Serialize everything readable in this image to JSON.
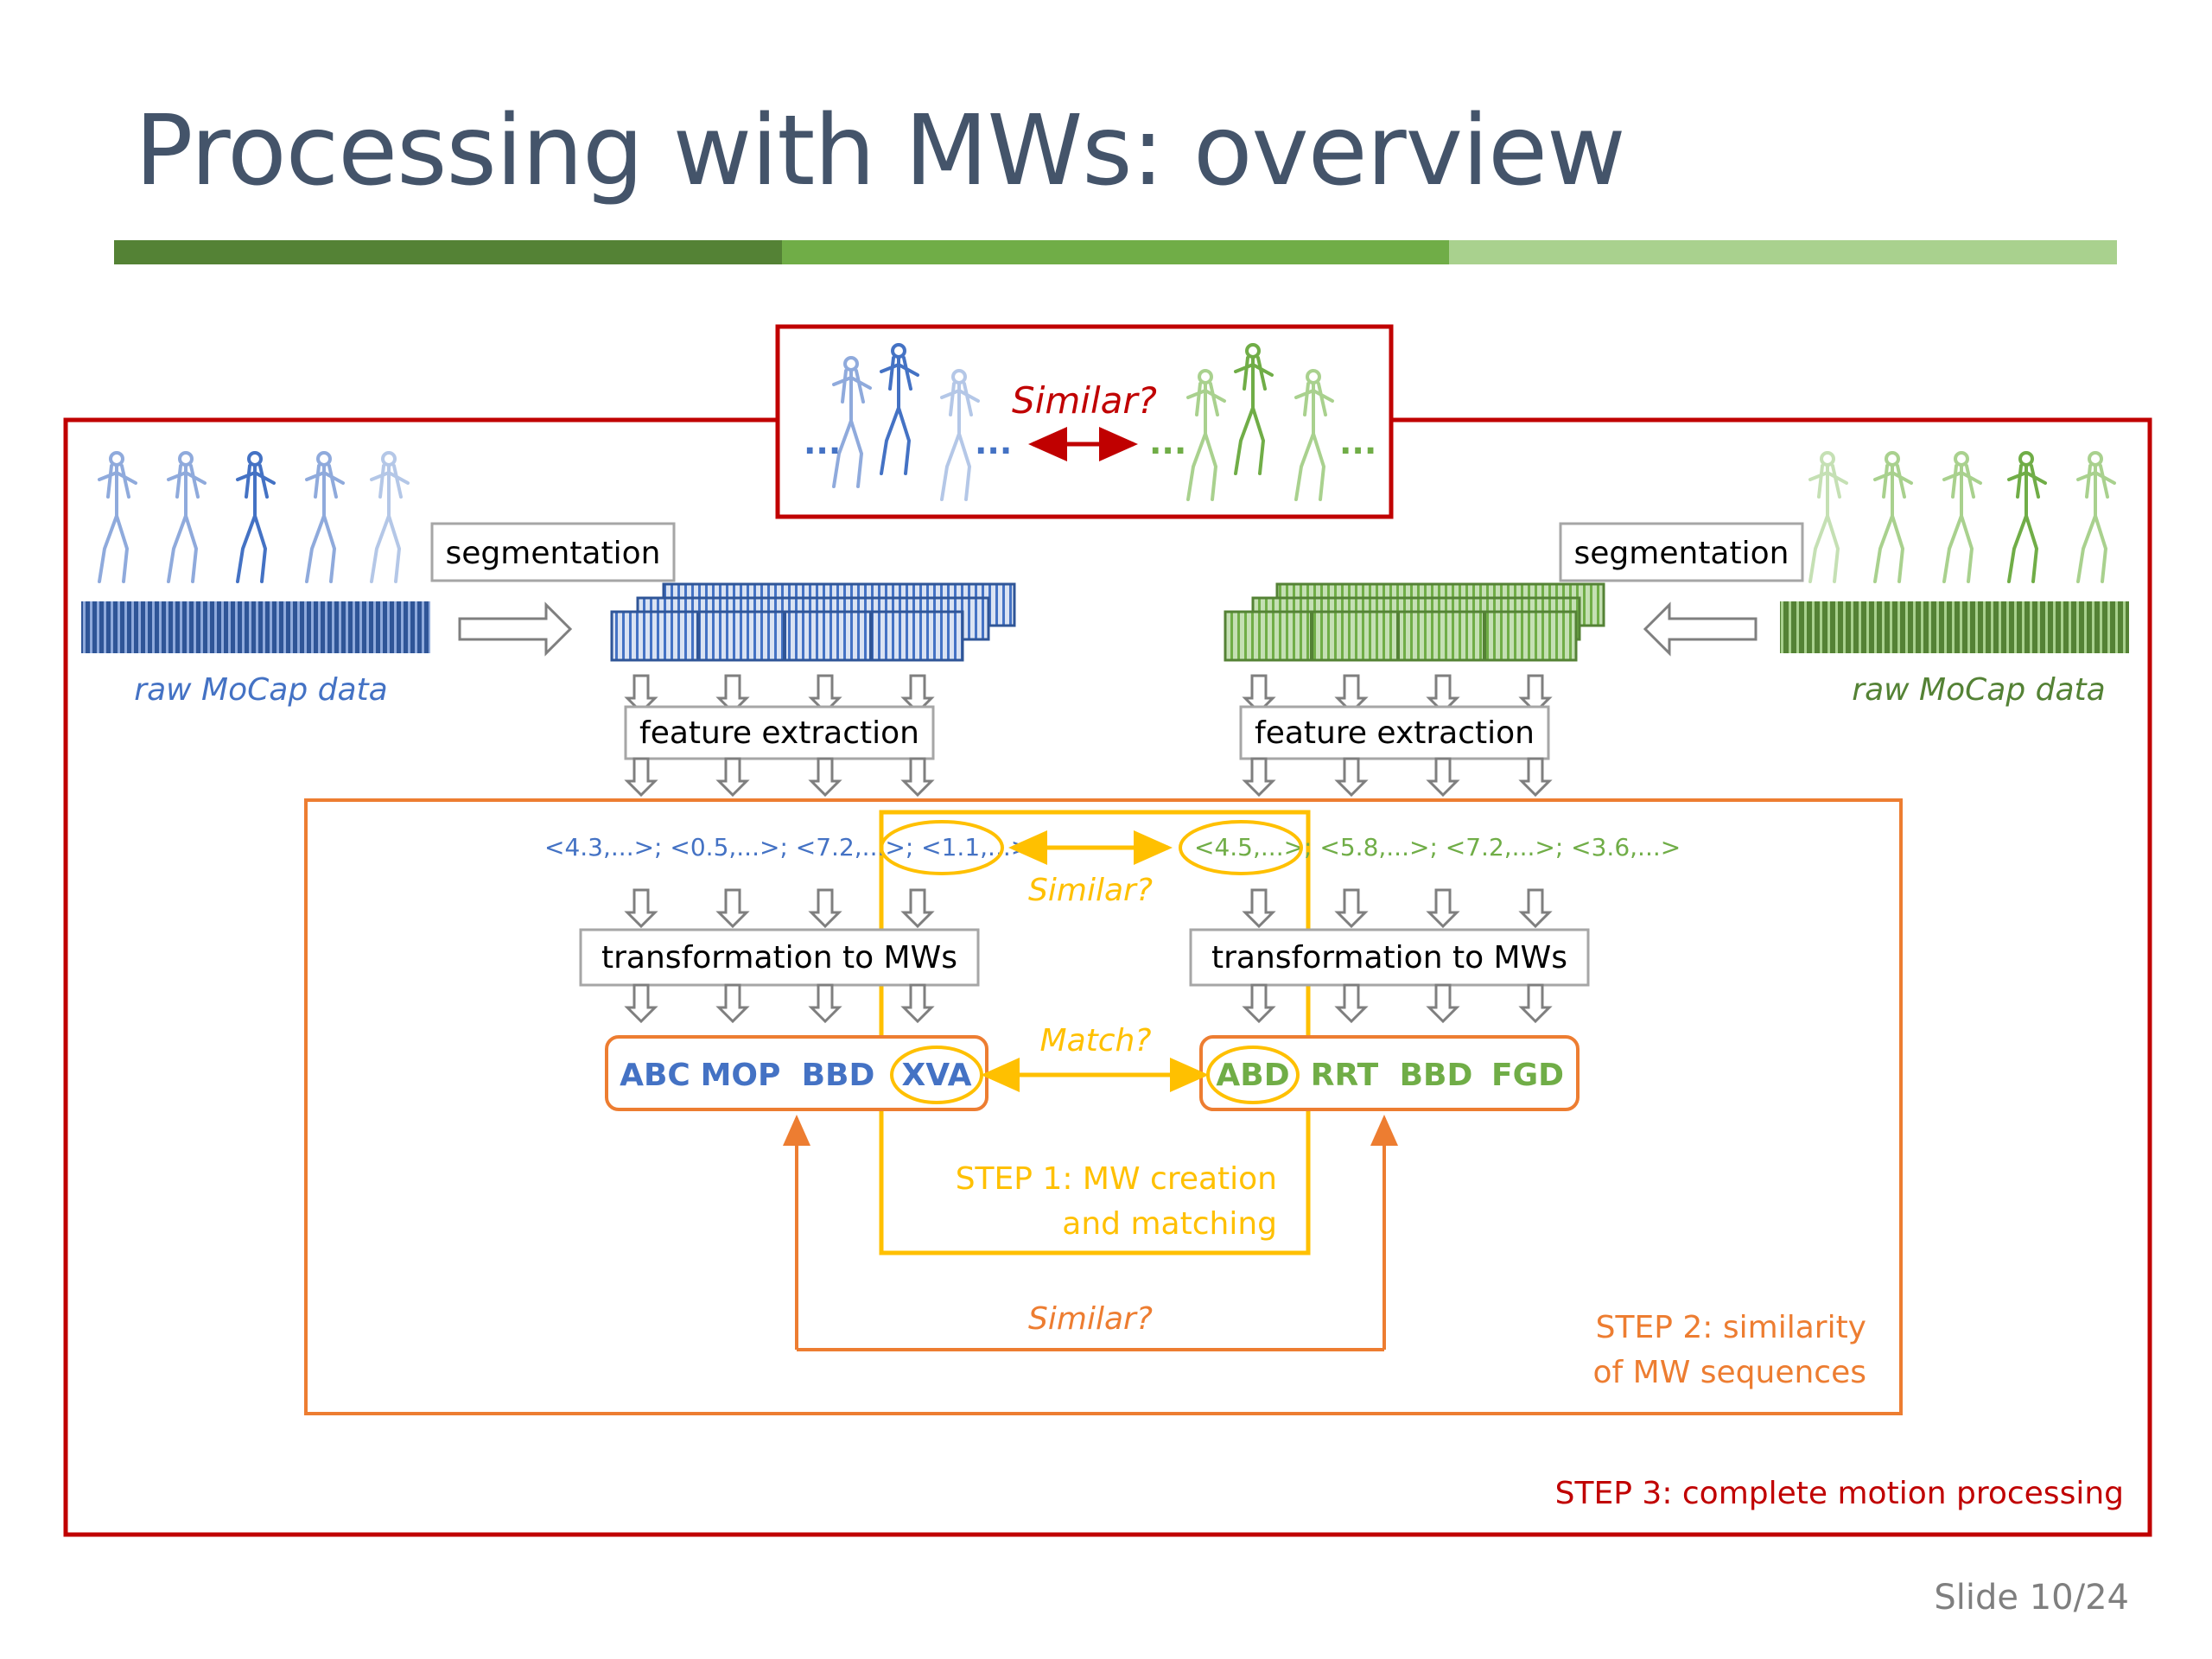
{
  "slide": {
    "title": "Processing with MWs: overview",
    "number": "Slide 10/24",
    "title_bar_colors": [
      "#548235",
      "#70ad47",
      "#a9d18e"
    ]
  },
  "colors": {
    "blue": "#4472c4",
    "green": "#70ad47",
    "red": "#c00000",
    "orange": "#ed7d31",
    "yellow": "#ffc000",
    "gray": "#a6a6a6"
  },
  "top_compare": {
    "label": "Similar?",
    "left_dots": "...",
    "mid_left_dots": "...",
    "mid_right_dots": "...",
    "right_dots": "..."
  },
  "left": {
    "raw_label": "raw MoCap data",
    "segmentation": "segmentation",
    "feature_extraction": "feature extraction",
    "features": "<4.3,...>; <0.5,...>; <7.2,...>; <1.1,...>",
    "transformation": "transformation to MWs",
    "mws": [
      "ABC",
      "MOP",
      "BBD",
      "XVA"
    ]
  },
  "right": {
    "raw_label": "raw MoCap data",
    "segmentation": "segmentation",
    "feature_extraction": "feature extraction",
    "features": "<4.5,...>; <5.8,...>; <7.2,...>; <3.6,...>",
    "transformation": "transformation to MWs",
    "mws": [
      "ABD",
      "RRT",
      "BBD",
      "FGD"
    ]
  },
  "step1": {
    "similar": "Similar?",
    "match": "Match?",
    "line1": "STEP 1: MW creation",
    "line2": "and matching"
  },
  "step2": {
    "similar": "Similar?",
    "line1": "STEP 2: similarity",
    "line2": "of MW sequences"
  },
  "step3": {
    "label": "STEP 3: complete motion processing"
  }
}
